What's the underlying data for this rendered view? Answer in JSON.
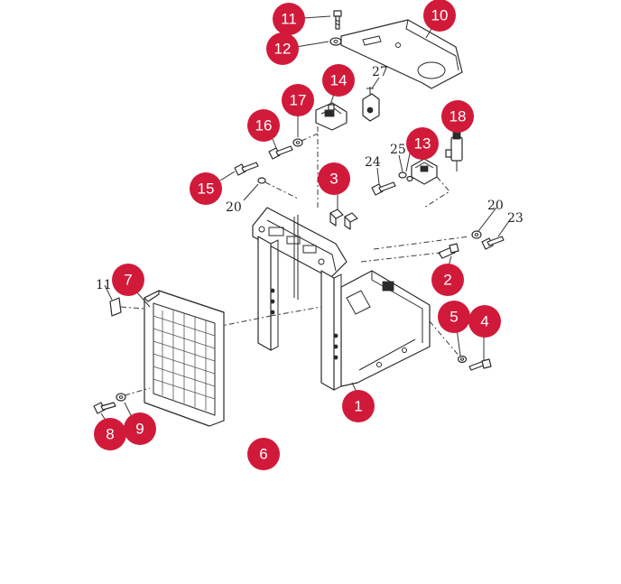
{
  "colors": {
    "badge": "#d11a3a",
    "badge_text": "#ffffff",
    "line": "#2a2a2a",
    "background": "#ffffff"
  },
  "callouts": [
    {
      "id": "1",
      "label": "1"
    },
    {
      "id": "2",
      "label": "2"
    },
    {
      "id": "3",
      "label": "3"
    },
    {
      "id": "4",
      "label": "4"
    },
    {
      "id": "5",
      "label": "5"
    },
    {
      "id": "6",
      "label": "6"
    },
    {
      "id": "7",
      "label": "7"
    },
    {
      "id": "8",
      "label": "8"
    },
    {
      "id": "9",
      "label": "9"
    },
    {
      "id": "10",
      "label": "10"
    },
    {
      "id": "11",
      "label": "11"
    },
    {
      "id": "12",
      "label": "12"
    },
    {
      "id": "13",
      "label": "13"
    },
    {
      "id": "14",
      "label": "14"
    },
    {
      "id": "15",
      "label": "15"
    },
    {
      "id": "16",
      "label": "16"
    },
    {
      "id": "17",
      "label": "17"
    },
    {
      "id": "18",
      "label": "18"
    }
  ],
  "plain_labels": {
    "n11": "11",
    "n20a": "20",
    "n20b": "20",
    "n23": "23",
    "n24": "24",
    "n25": "25",
    "n27": "27"
  }
}
